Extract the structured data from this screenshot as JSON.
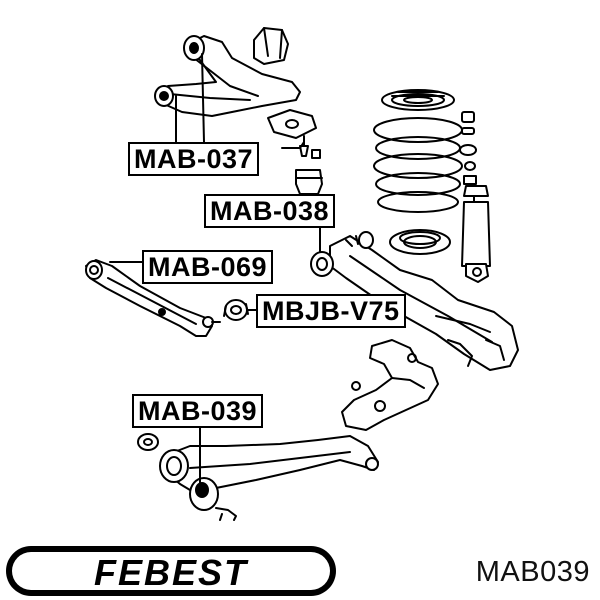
{
  "callouts": {
    "mab037": "MAB-037",
    "mab038": "MAB-038",
    "mab069": "MAB-069",
    "mbjbv75": "MBJB-V75",
    "mab039": "MAB-039"
  },
  "brand": {
    "logo_text": "FEBEST"
  },
  "part_number": "MAB039",
  "colors": {
    "ink": "#000000",
    "background": "#ffffff"
  }
}
